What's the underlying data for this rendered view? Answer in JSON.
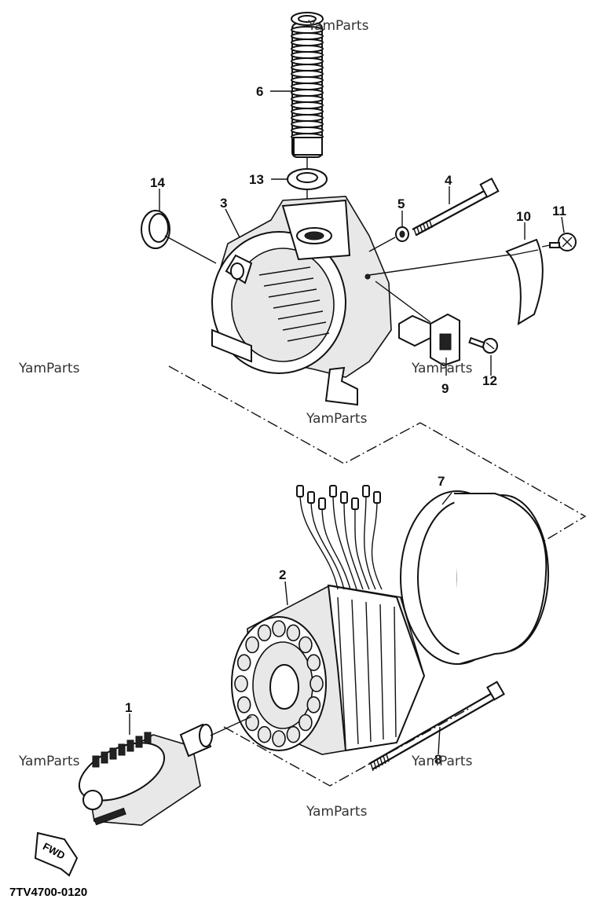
{
  "diagram": {
    "drawing_code": "7TV4700-0120",
    "direction_label": "FWD",
    "watermarks": [
      "YamParts",
      "YamParts",
      "YamParts",
      "YamParts",
      "YamParts",
      "YamParts",
      "YamParts"
    ],
    "callouts": {
      "p1": "1",
      "p2": "2",
      "p3": "3",
      "p4": "4",
      "p5": "5",
      "p6": "6",
      "p7": "7",
      "p8": "8",
      "p9": "9",
      "p10": "10",
      "p11": "11",
      "p12": "12",
      "p13": "13",
      "p14": "14"
    }
  }
}
